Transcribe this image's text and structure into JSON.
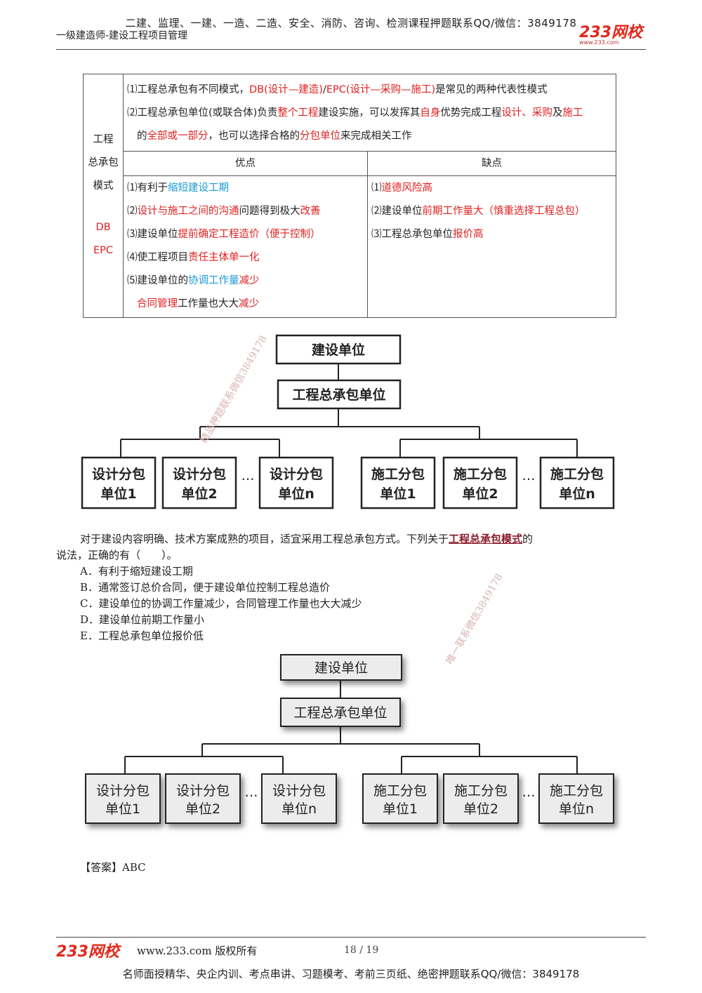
{
  "header": {
    "top_line": "二建、监理、一建、一造、二造、安全、消防、咨询、检测课程押题联系QQ/微信：3849178",
    "subtitle": "一级建造师-建设工程项目管理",
    "logo_main": "233网校",
    "logo_url": "www.233.com"
  },
  "table": {
    "side_label_1": "工程",
    "side_label_2": "总承包",
    "side_label_3": "模式",
    "side_label_db": "DB",
    "side_label_epc": "EPC",
    "intro1_a": "⑴工程总承包有不同模式，",
    "intro1_b": "DB(设计—建造)",
    "intro1_c": "/",
    "intro1_d": "EPC(设计—采购—施工)",
    "intro1_e": "是常见的两种代表性模式",
    "intro2_a": "⑵工程总承包单位(或联合体)负责",
    "intro2_b": "整个工程",
    "intro2_c": "建设实施，可以发挥其",
    "intro2_d": "自身",
    "intro2_e": "优势完成工程",
    "intro2_f": "设计、采购",
    "intro2_g": "及",
    "intro2_h": "施工",
    "intro3_a": "的",
    "intro3_b": "全部或一部分",
    "intro3_c": "，也可以选择合格的",
    "intro3_d": "分包单位",
    "intro3_e": "来完成相关工作",
    "col_pros": "优点",
    "col_cons": "缺点",
    "pro1_a": "⑴有利于",
    "pro1_b": "缩短建设工期",
    "pro2_a": "⑵",
    "pro2_b": "设计与施工之间的沟通",
    "pro2_c": "问题得到极大",
    "pro2_d": "改善",
    "pro3_a": "⑶建设单位",
    "pro3_b": "提前确定工程造价（便于控制）",
    "pro4_a": "⑷使工程项目",
    "pro4_b": "责任主体单一化",
    "pro5_a": "⑸建设单位的",
    "pro5_b": "协调工作量",
    "pro5_c": "减少",
    "pro6_a": "合同管理",
    "pro6_b": "工作量也大大",
    "pro6_c": "减少",
    "con1_a": "⑴",
    "con1_b": "道德风险高",
    "con2_a": "⑵建设单位",
    "con2_b": "前期工作量大（慎重选择工程总包）",
    "con3_a": "⑶工程总承包单位",
    "con3_b": "报价高"
  },
  "org_chart": {
    "top": "建设单位",
    "middle": "工程总承包单位",
    "design_line1": "设计分包",
    "construction_line1": "施工分包",
    "unit1": "单位1",
    "unit2": "单位2",
    "unitn": "单位n",
    "ellipsis": "…"
  },
  "question": {
    "stem_a": "对于建设内容明确、技术方案成熟的项目，适宜采用工程总承包方式。下列关于",
    "stem_b": "工程总承包模式",
    "stem_c": "的",
    "stem_d": "说法，正确的有（　　）。",
    "option_a": "A．有利于缩短建设工期",
    "option_b": "B．通常签订总价合同，便于建设单位控制工程总造价",
    "option_c": "C．建设单位的协调工作量减少，合同管理工作量也大大减少",
    "option_d": "D．建设单位前期工作量小",
    "option_e": "E．工程总承包单位报价低",
    "answer": "【答案】ABC"
  },
  "watermarks": {
    "wm1": "精品押题联系微信3849178",
    "wm2": "唯一联系微信3849178"
  },
  "footer": {
    "logo": "233网校",
    "site": "www.233.com 版权所有",
    "page": "18 / 19",
    "bottom_line": "名师面授精华、央企内训、考点串讲、习题模考、考前三页纸、绝密押题联系QQ/微信：3849178"
  }
}
